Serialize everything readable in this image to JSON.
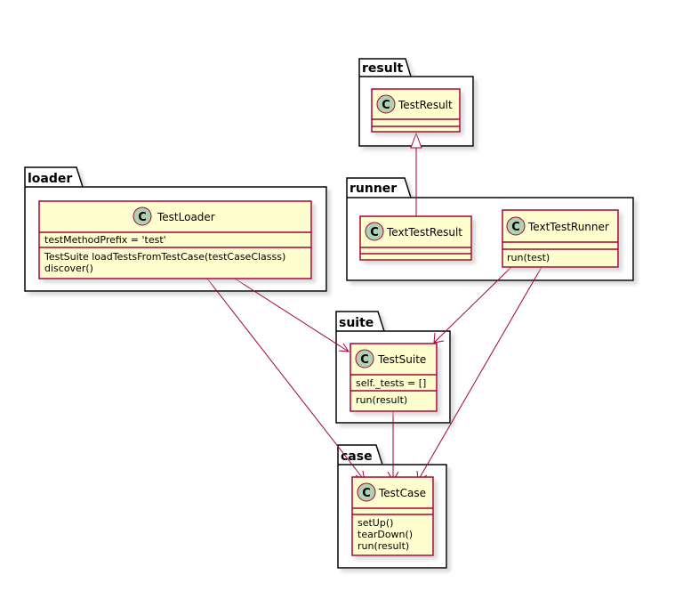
{
  "diagram": {
    "packages": {
      "result": "result",
      "runner": "runner",
      "loader": "loader",
      "suite": "suite",
      "case": "case"
    },
    "stereotype_letter": "C",
    "classes": {
      "test_result": {
        "name": "TestResult",
        "attributes": [],
        "methods": []
      },
      "text_test_result": {
        "name": "TextTestResult",
        "attributes": [],
        "methods": []
      },
      "text_test_runner": {
        "name": "TextTestRunner",
        "attributes": [],
        "methods": [
          "run(test)"
        ]
      },
      "test_loader": {
        "name": "TestLoader",
        "attributes": [
          "testMethodPrefix = 'test'"
        ],
        "methods": [
          "TestSuite loadTestsFromTestCase(testCaseClasss)",
          "discover()"
        ]
      },
      "test_suite": {
        "name": "TestSuite",
        "attributes": [
          "self._tests = []"
        ],
        "methods": [
          "run(result)"
        ]
      },
      "test_case": {
        "name": "TestCase",
        "attributes": [],
        "methods": [
          "setUp()",
          "tearDown()",
          "run(result)"
        ]
      }
    },
    "relations": [
      {
        "from": "TextTestResult",
        "to": "TestResult",
        "kind": "inheritance"
      },
      {
        "from": "TestLoader",
        "to": "TestSuite",
        "kind": "dependency"
      },
      {
        "from": "TestLoader",
        "to": "TestCase",
        "kind": "dependency"
      },
      {
        "from": "TextTestRunner",
        "to": "TestSuite",
        "kind": "dependency"
      },
      {
        "from": "TextTestRunner",
        "to": "TestCase",
        "kind": "dependency"
      },
      {
        "from": "TestSuite",
        "to": "TestCase",
        "kind": "dependency"
      }
    ],
    "colors": {
      "class_fill": "#FEFECE",
      "class_border": "#A80036",
      "arrow": "#A80036",
      "circle_fill": "#ADD1B2",
      "package_border": "#000000",
      "shadow": "#C8C8C8"
    }
  }
}
